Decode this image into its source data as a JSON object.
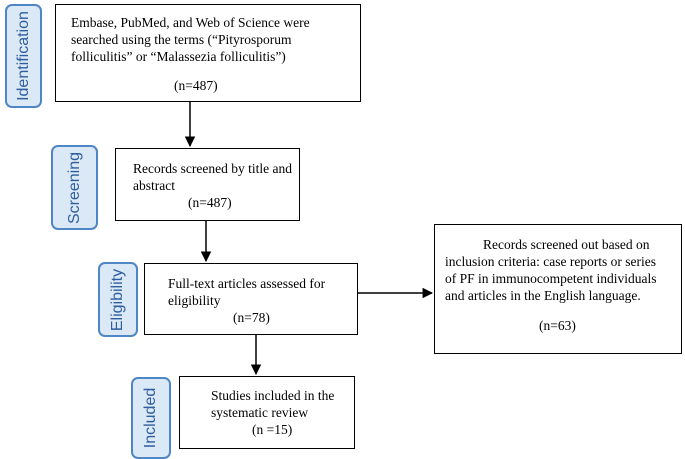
{
  "stages": {
    "identification": "Identification",
    "screening": "Screening",
    "eligibility": "Eligibility",
    "included": "Included"
  },
  "boxes": {
    "search": {
      "lines": [
        "Embase, PubMed, and Web of Science were",
        "searched using the terms (“Pityrosporum",
        "folliculitis” or “Malassezia folliculitis”)"
      ],
      "count": "(n=487)"
    },
    "screened": {
      "lines": [
        "Records screened by title and",
        "abstract"
      ],
      "count": "(n=487)"
    },
    "fulltext": {
      "lines": [
        "Full-text articles assessed for",
        "eligibility"
      ],
      "count": "(n=78)"
    },
    "included": {
      "lines": [
        "Studies included in the",
        "systematic review"
      ],
      "count": "(n =15)"
    },
    "excluded": {
      "lines": [
        "Records screened out based on",
        "inclusion criteria: case reports or series",
        "of PF in immunocompetent individuals",
        "and articles in the English language."
      ],
      "count": "(n=63)"
    }
  },
  "colors": {
    "stage_fill": "#dbe8f6",
    "stage_border": "#4f86c6",
    "stage_text": "#2e5e9e"
  }
}
